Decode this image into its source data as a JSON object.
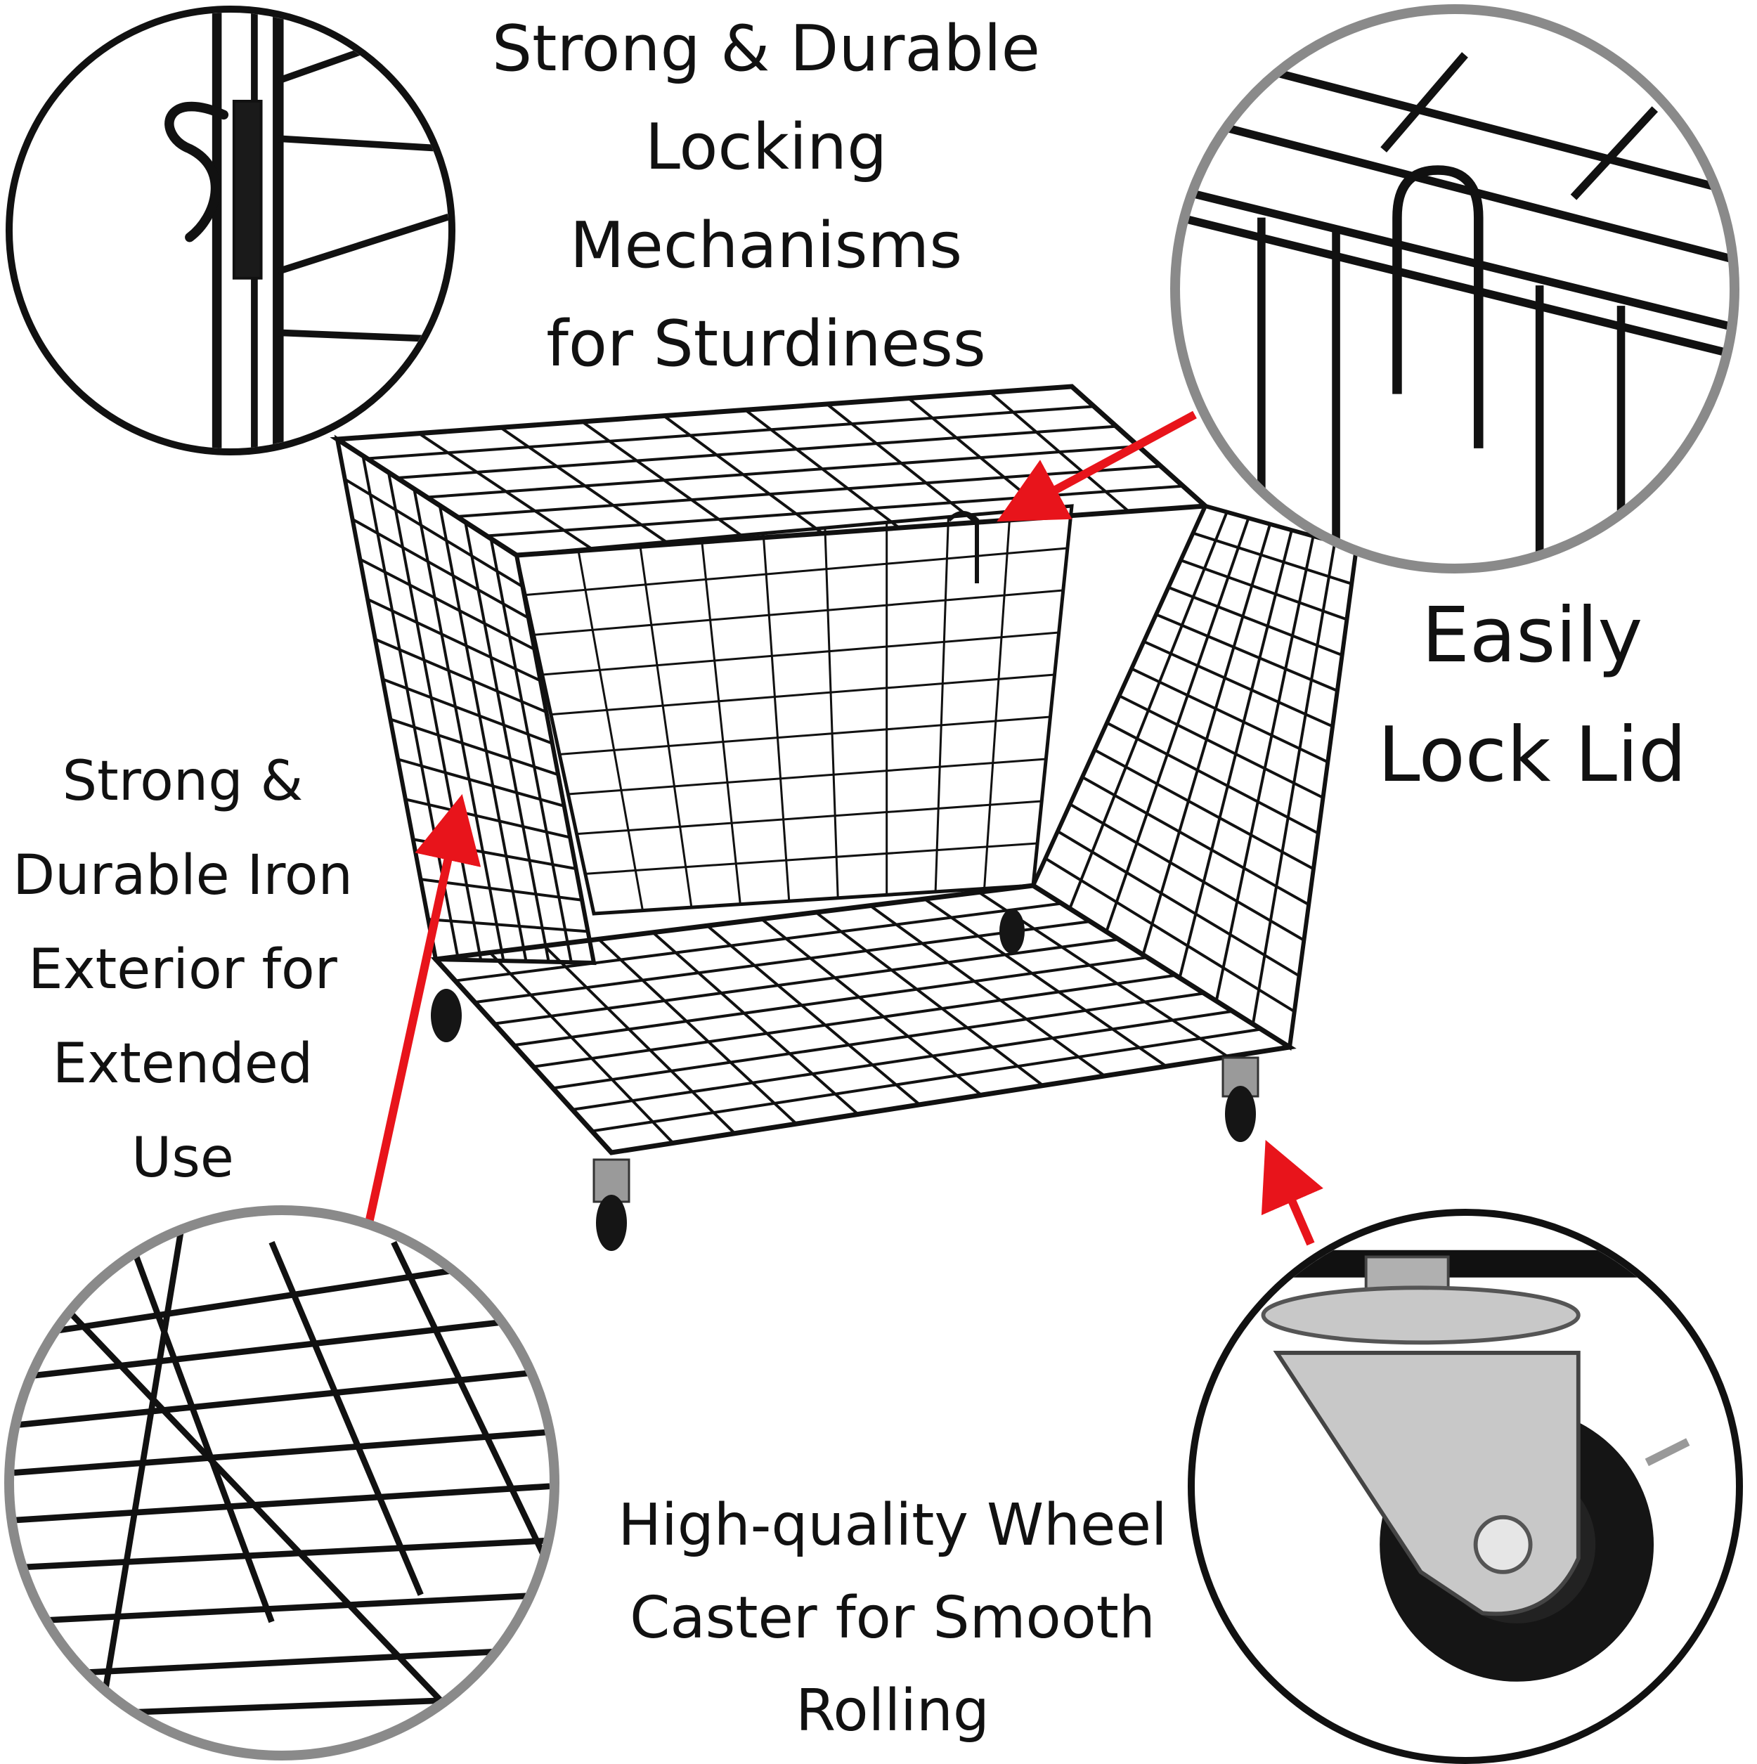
{
  "captions": {
    "locking": [
      "Strong & Durable",
      "Locking Mechanisms",
      "for Sturdiness"
    ],
    "lock_lid": [
      "Easily",
      "Lock Lid"
    ],
    "iron": [
      "Strong &",
      "Durable Iron",
      "Exterior for",
      "Extended",
      "Use"
    ],
    "caster": [
      "High-quality Wheel",
      "Caster for Smooth",
      "Rolling"
    ]
  },
  "colors": {
    "wire": "#111111",
    "arrow": "#e8141b",
    "ring_dark": "#111111",
    "ring_gray": "#8a8a8a",
    "caster_metal": "#c8c8c8",
    "wheel": "#151515"
  },
  "insets": [
    {
      "name": "locking-mechanism-closeup",
      "icon": "clip-hook-icon"
    },
    {
      "name": "lid-lock-closeup",
      "icon": "lid-latch-icon"
    },
    {
      "name": "iron-mesh-closeup",
      "icon": "wire-mesh-icon"
    },
    {
      "name": "wheel-caster-closeup",
      "icon": "caster-wheel-icon"
    }
  ]
}
